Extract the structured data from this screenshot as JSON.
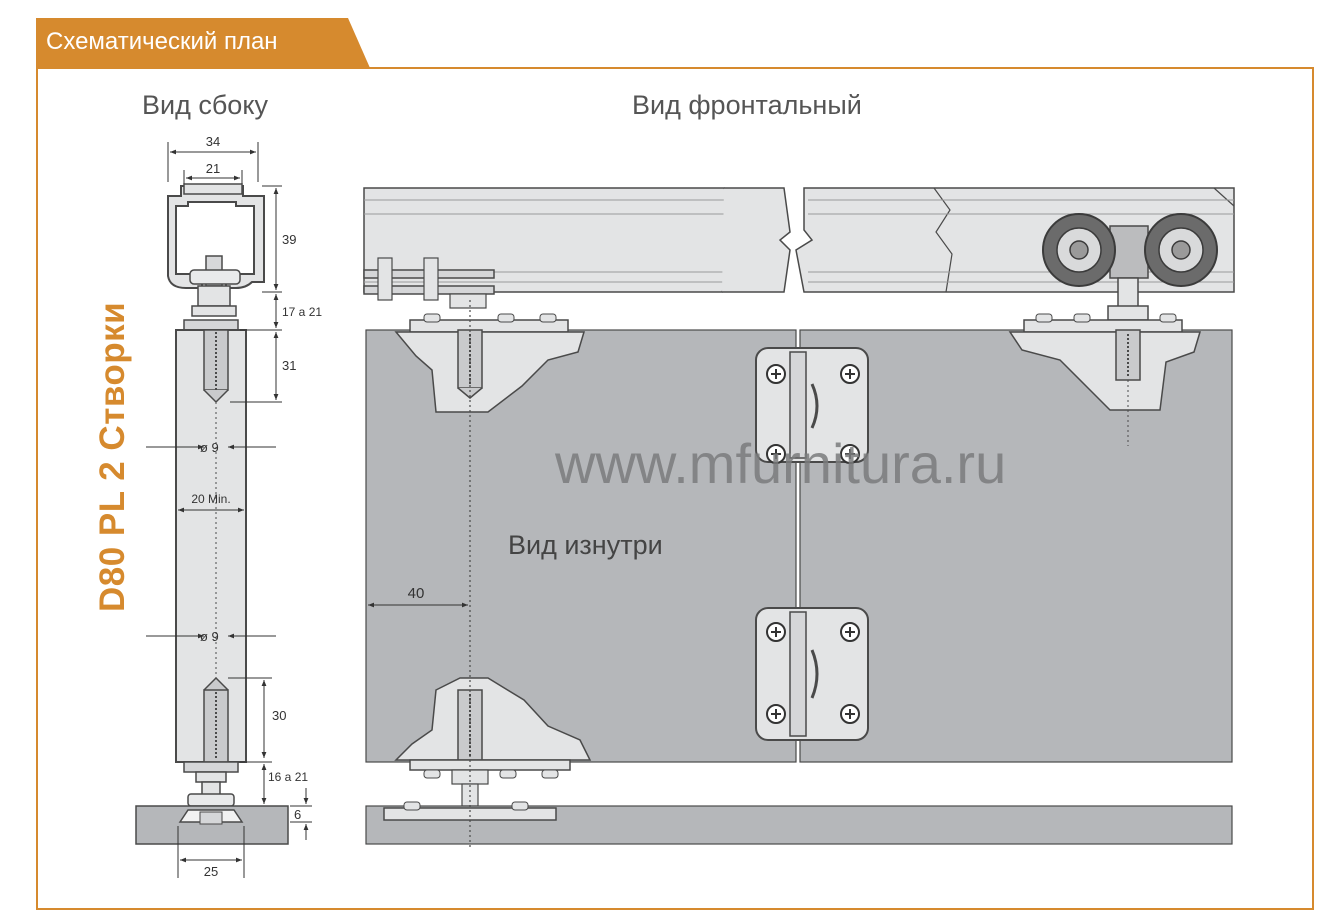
{
  "header": {
    "title": "Схематический план"
  },
  "views": {
    "side": "Вид сбоку",
    "front": "Вид фронтальный",
    "inside": "Вид изнутри"
  },
  "model_label": "D80 PL 2 Створки",
  "watermark": "www.mfurnitura.ru",
  "dimensions": {
    "rail_width": "34",
    "rail_slot": "21",
    "rail_height": "39",
    "top_gap": "17 a 21",
    "top_depth": "31",
    "drill_top": "ø 9",
    "panel_min": "20 Min.",
    "drill_bottom": "ø 9",
    "bottom_depth": "30",
    "bottom_gap": "16 a 21",
    "guide_height": "6",
    "guide_width": "25",
    "offset": "40"
  },
  "colors": {
    "accent": "#d68a2e",
    "panel": "#b5b7ba",
    "rail": "#e3e4e5",
    "outline": "#4a4a4a"
  }
}
